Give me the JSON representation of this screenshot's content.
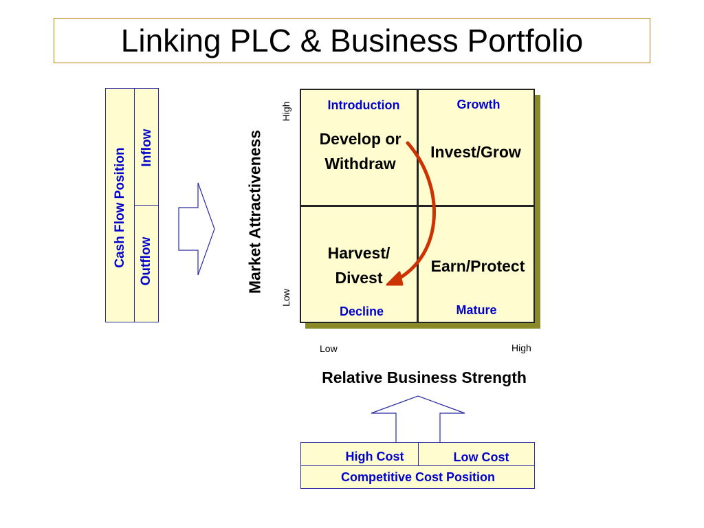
{
  "title": "Linking PLC & Business Portfolio",
  "cash_flow": {
    "label": "Cash Flow Position",
    "inflow": "Inflow",
    "outflow": "Outflow"
  },
  "matrix": {
    "y_axis_label": "Market Attractiveness",
    "y_high": "High",
    "y_low": "Low",
    "x_axis_label": "Relative Business Strength",
    "x_low": "Low",
    "x_high": "High",
    "cells": {
      "top_left": {
        "stage": "Introduction",
        "strategy": "Develop or\nWithdraw"
      },
      "top_right": {
        "stage": "Growth",
        "strategy": "Invest/Grow"
      },
      "bottom_left": {
        "stage": "Decline",
        "strategy": "Harvest/\nDivest"
      },
      "bottom_right": {
        "stage": "Mature",
        "strategy": "Earn/Protect"
      }
    }
  },
  "cost_position": {
    "high": "High Cost",
    "low": "Low Cost",
    "label": "Competitive Cost Position"
  },
  "colors": {
    "label_blue": "#0000cc",
    "box_fill": "#fffdd0",
    "title_border": "#b8860b",
    "arrow_red": "#cc3300"
  },
  "icons": {
    "right_arrow": "block-arrow-right-icon",
    "up_arrow": "block-arrow-up-icon",
    "curve_arrow": "curved-arrow-icon"
  }
}
